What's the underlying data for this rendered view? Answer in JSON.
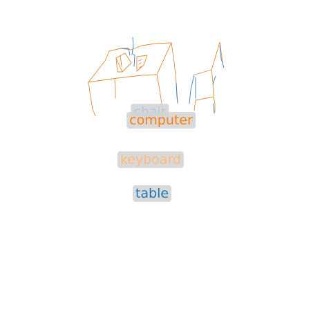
{
  "labels": {
    "chair": "chair",
    "computer": "computer",
    "keyboard": "keyboard",
    "table": "table"
  },
  "colors": {
    "chair": "#aec7e8",
    "computer": "#ff7f0e",
    "keyboard": "#ffbb78",
    "table": "#1f77b4",
    "sketch_orange": "#e08a3c",
    "sketch_blue": "#3a7fc4",
    "label_background": "#d3d3d3"
  }
}
